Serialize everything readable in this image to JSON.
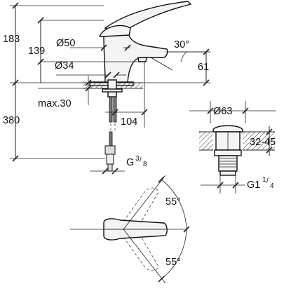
{
  "dimensions": {
    "height_total": "183",
    "height_spout": "139",
    "diam_body": "Ø50",
    "angle_spout": "30°",
    "reach_offset": "61",
    "diam_shank": "Ø34",
    "max_deck": "max.30",
    "height_under": "380",
    "projection": "104",
    "thread_hose_main": "G",
    "thread_hose_num": "3",
    "thread_hose_den": "8",
    "diam_waste": "Ø63",
    "deck_range": "32-45",
    "thread_waste_main": "G1",
    "thread_waste_num": "1",
    "thread_waste_den": "4",
    "angle_lever_top": "55°",
    "angle_lever_bottom": "55°"
  }
}
